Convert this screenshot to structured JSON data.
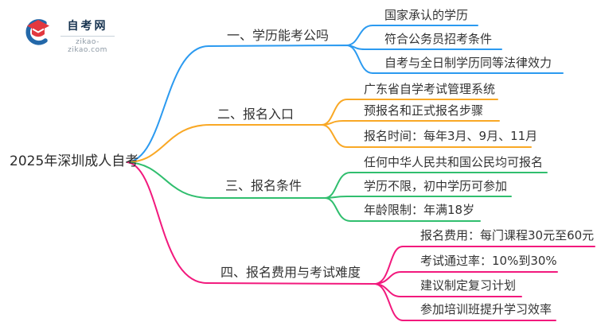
{
  "logo": {
    "site_name": "自考网",
    "site_domain": "zikao-zikao.com"
  },
  "mindmap": {
    "central_topic": "2025年深圳成人自考",
    "branches": [
      {
        "label": "一、学历能考公吗",
        "color": "#2B9AF0",
        "leaves": [
          "国家承认的学历",
          "符合公务员招考条件",
          "自考与全日制学历同等法律效力"
        ]
      },
      {
        "label": "二、报名入口",
        "color": "#F9A825",
        "leaves": [
          "广东省自学考试管理系统",
          "预报名和正式报名步骤",
          "报名时间：每年3月、9月、11月"
        ]
      },
      {
        "label": "三、报名条件",
        "color": "#30BE6E",
        "leaves": [
          "任何中华人民共和国公民均可报名",
          "学历不限，初中学历可参加",
          "年龄限制：年满18岁"
        ]
      },
      {
        "label": "四、报名费用与考试难度",
        "color": "#F2197D",
        "leaves": [
          "报名费用：每门课程30元至60元",
          "考试通过率：10%到30%",
          "建议制定复习计划",
          "参加培训班提升学习效率"
        ]
      }
    ]
  }
}
